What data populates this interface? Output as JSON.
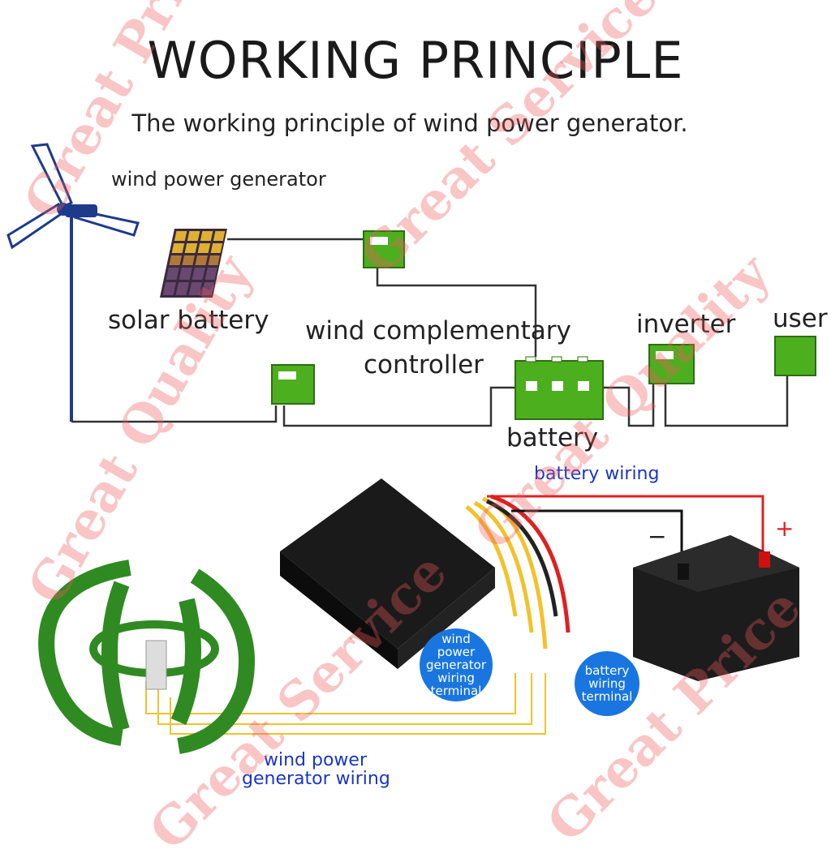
{
  "header": {
    "title": "WORKING PRINCIPLE",
    "subtitle": "The working principle of wind power generator."
  },
  "diagram": {
    "wind_generator": "wind power generator",
    "solar": "solar battery",
    "controller_line1": "wind complementary",
    "controller_line2": "controller",
    "inverter": "inverter",
    "user": "user",
    "battery": "battery"
  },
  "photo": {
    "battery_wiring": "battery wiring",
    "minus": "−",
    "plus": "+",
    "wind_terminal": [
      "wind",
      "power",
      "generator",
      "wiring",
      "terminal"
    ],
    "battery_terminal": [
      "battery",
      "wiring",
      "terminal"
    ],
    "wind_wiring_line1": "wind power",
    "wind_wiring_line2": "generator wiring"
  },
  "watermarks": [
    "Great Price",
    "Great Service",
    "Great Quality",
    "Great Quality",
    "Great Service",
    "Great Price"
  ],
  "colors": {
    "green": "#4caf1e",
    "blue_label": "#1a35c8",
    "circle": "#1976e0",
    "red_wire": "#e02020"
  }
}
